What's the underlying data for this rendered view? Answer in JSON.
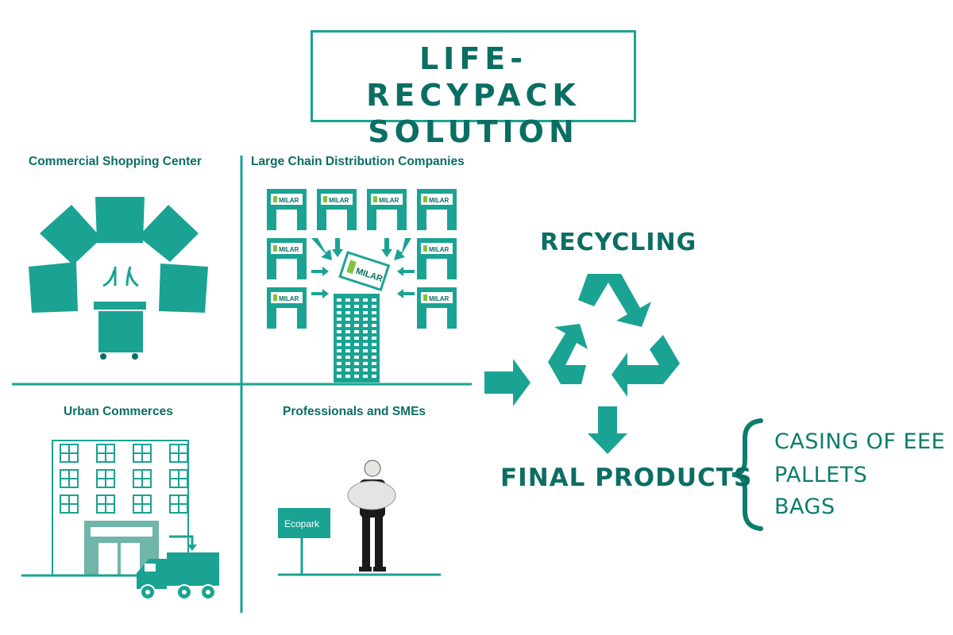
{
  "title": {
    "line1": "LIFE-RECYPACK",
    "line2": "SOLUTION"
  },
  "quadrants": {
    "shopping": "Commercial Shopping Center",
    "chains": "Large Chain Distribution Companies",
    "urban": "Urban Commerces",
    "professionals": "Professionals and SMEs"
  },
  "store_brand": "MILAR",
  "ecopark_sign": "Ecopark",
  "recycling_label": "RECYCLING",
  "final_products_label": "FINAL PRODUCTS",
  "products": [
    "CASING OF EEE",
    "PALLETS",
    "BAGS"
  ],
  "colors": {
    "teal": "#1aa393",
    "dark_teal": "#0b6e63",
    "green": "#7dc242"
  }
}
